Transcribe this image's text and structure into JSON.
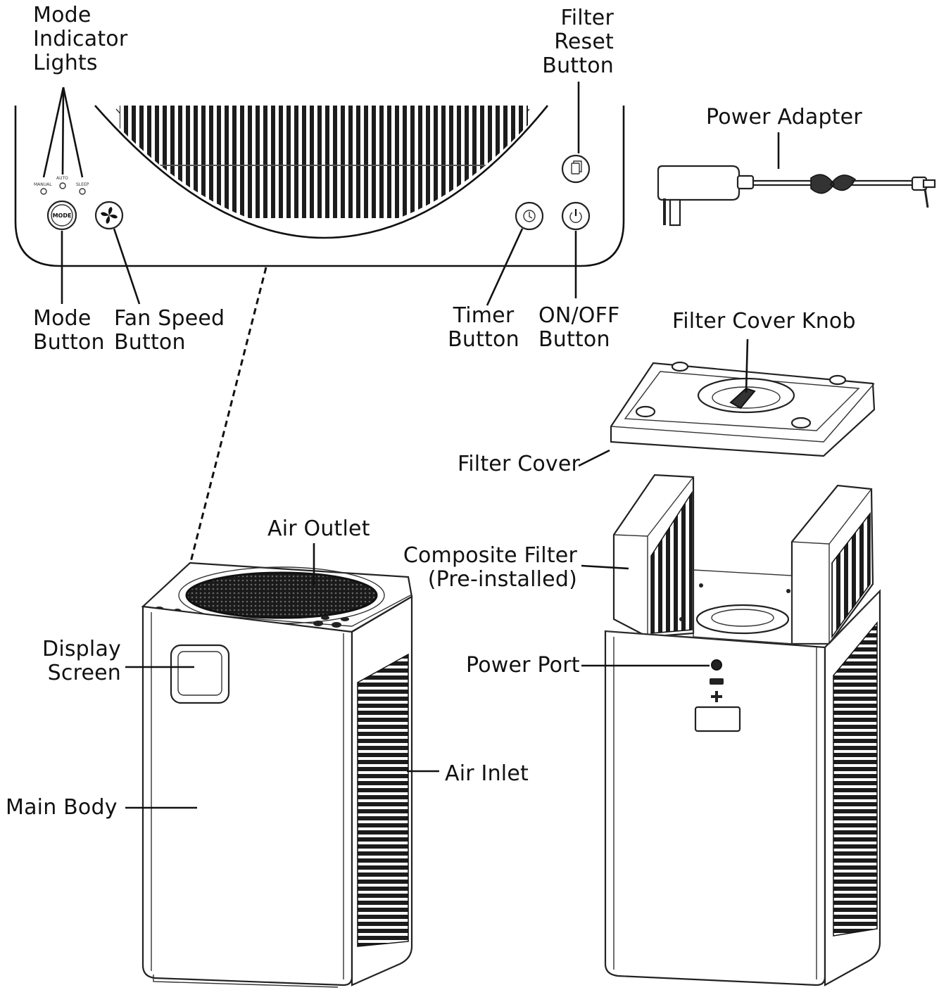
{
  "labels": {
    "mode_indicator_lights": "Mode\nIndicator\nLights",
    "filter_reset_button": "Filter\nReset\nButton",
    "power_adapter": "Power Adapter",
    "mode_button": "Mode\nButton",
    "fan_speed_button": "Fan Speed\nButton",
    "timer_button": "Timer\nButton",
    "on_off_button": "ON/OFF\nButton",
    "filter_cover_knob": "Filter Cover Knob",
    "filter_cover": "Filter Cover",
    "air_outlet": "Air Outlet",
    "composite_filter": "Composite Filter\n(Pre-installed)",
    "display_screen": "Display\nScreen",
    "power_port": "Power Port",
    "air_inlet": "Air Inlet",
    "main_body": "Main Body"
  },
  "panel": {
    "manual": "MANUAL",
    "auto": "AUTO",
    "sleep": "SLEEP",
    "mode_btn": "MODE"
  }
}
